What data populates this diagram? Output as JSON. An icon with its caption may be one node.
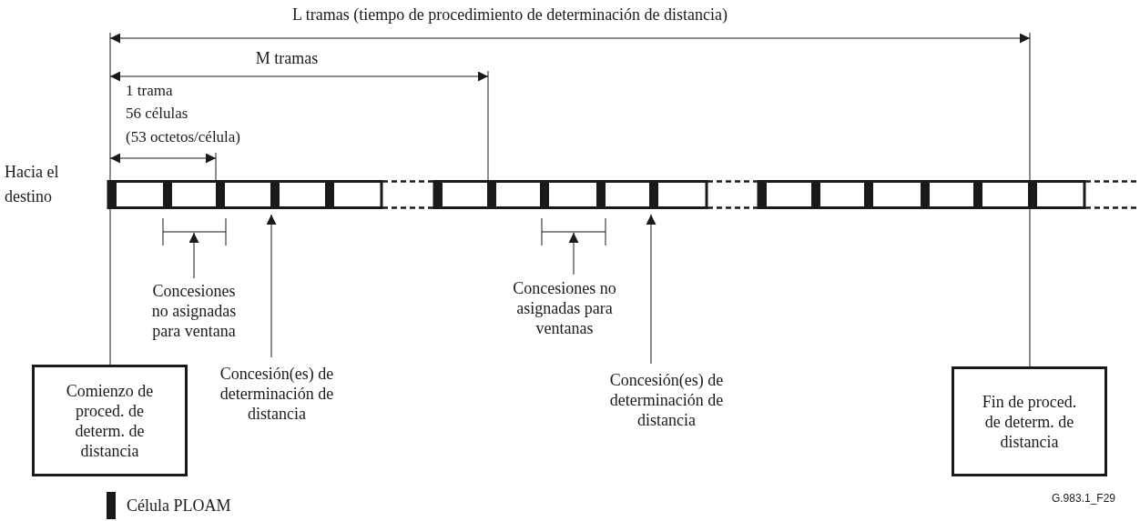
{
  "diagram": {
    "nodes": [
      {
        "text": [],
        "shape": "bar",
        "beside": [
          "Hacia el destino"
        ]
      },
      {
        "text": [
          "Comienzo de proced. de determ. de distancia"
        ]
      },
      {
        "text": [
          "Concesiones no asignadas para ventana"
        ]
      },
      {
        "text": [
          "Concesión(es) de determinación de distancia"
        ]
      },
      {
        "text": [
          "Concesiones no asignadas para ventanas"
        ]
      },
      {
        "text": [
          "Concesión(es) de determinación de distancia"
        ]
      },
      {
        "text": [
          "Fin de proced. de determ. de distancia"
        ]
      }
    ],
    "edges": [
      {
        "from": 1,
        "to": 0,
        "arrow": "none"
      },
      {
        "from": 6,
        "to": 0,
        "arrow": "none"
      },
      {
        "from": 2,
        "to": 0,
        "arrow": "to"
      },
      {
        "from": 3,
        "to": 0,
        "arrow": "to"
      },
      {
        "from": 4,
        "to": 0,
        "arrow": "to"
      },
      {
        "from": 5,
        "to": 0,
        "arrow": "to"
      }
    ],
    "labels": [
      "L tramas (tiempo de procedimiento de determinación de distancia)",
      "M tramas",
      "1 trama",
      "56 células",
      "(53 octetos/célula)",
      "G.983.1_F29"
    ],
    "legend": [
      {
        "text": "Célula PLOAM",
        "color": "#1a1a1a"
      }
    ]
  }
}
